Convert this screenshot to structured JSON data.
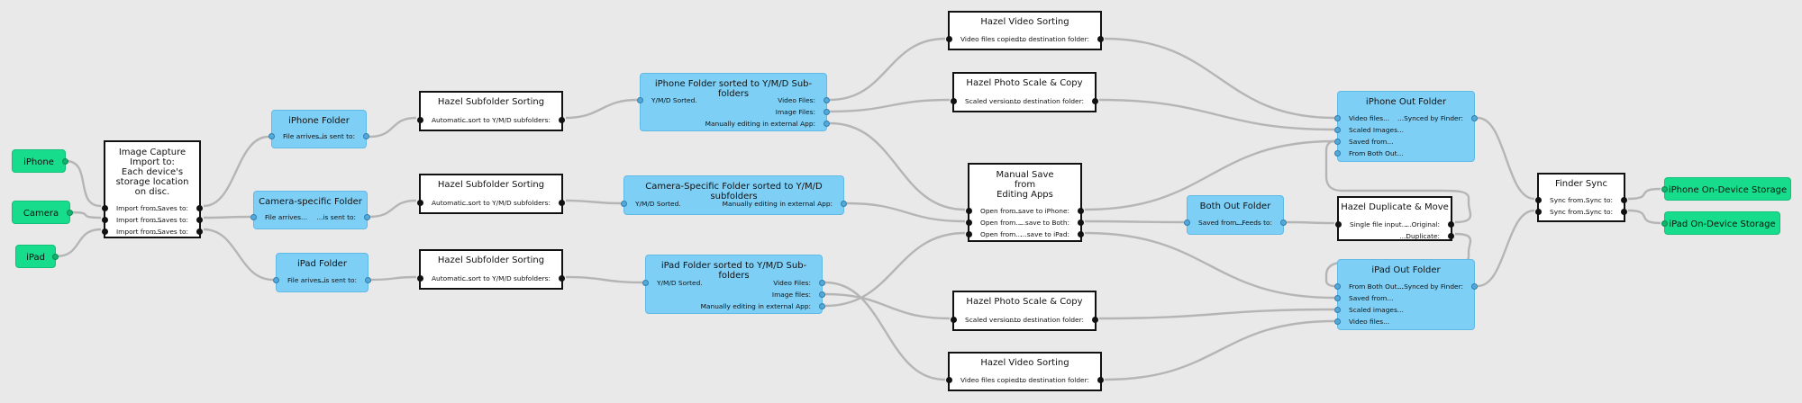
{
  "nodes": {
    "iphone_src": {
      "title": "iPhone"
    },
    "camera_src": {
      "title": "Camera"
    },
    "ipad_src": {
      "title": "iPad"
    },
    "image_capture": {
      "title": "Image Capture\nImport to:\nEach device's\nstorage location\non disc.",
      "rows": [
        {
          "in": "Import from...",
          "out": "...Saves to:"
        },
        {
          "in": "Import from...",
          "out": "...Saves to:"
        },
        {
          "in": "Import from...",
          "out": "...Saves to:"
        }
      ]
    },
    "iphone_folder": {
      "title": "iPhone Folder",
      "rows": [
        {
          "in": "File arrives...",
          "out": "...is sent to:"
        }
      ]
    },
    "camera_folder": {
      "title": "Camera-specific Folder",
      "rows": [
        {
          "in": "File arrives...",
          "out": "...is sent to:"
        }
      ]
    },
    "ipad_folder": {
      "title": "iPad Folder",
      "rows": [
        {
          "in": "File arives...",
          "out": "...is sent to:"
        }
      ]
    },
    "hazel_sub_1": {
      "title": "Hazel Subfolder Sorting",
      "rows": [
        {
          "in": "Automatic...",
          "out": "...sort to Y/M/D subfolders:"
        }
      ]
    },
    "hazel_sub_2": {
      "title": "Hazel Subfolder Sorting",
      "rows": [
        {
          "in": "Automatic...",
          "out": "...sort to Y/M/D subfolders:"
        }
      ]
    },
    "hazel_sub_3": {
      "title": "Hazel Subfolder Sorting",
      "rows": [
        {
          "in": "Automatic...",
          "out": "...sort to Y/M/D subfolders:"
        }
      ]
    },
    "iphone_sorted": {
      "title": "iPhone Folder sorted to Y/M/D Sub-folders",
      "rows": [
        {
          "in": "Y/M/D Sorted.",
          "out": "Video Files:"
        },
        {
          "in": "",
          "out": "Image Files:"
        },
        {
          "in": "",
          "out": "Manually editing in external App:"
        }
      ]
    },
    "camera_sorted": {
      "title": "Camera-Specific Folder sorted to Y/M/D subfolders",
      "rows": [
        {
          "in": "Y/M/D Sorted.",
          "out": "Manually editing in external App:"
        }
      ]
    },
    "ipad_sorted": {
      "title": "iPad Folder sorted to Y/M/D Sub-folders",
      "rows": [
        {
          "in": "Y/M/D Sorted.",
          "out": "Video Files:"
        },
        {
          "in": "",
          "out": "Image files:"
        },
        {
          "in": "",
          "out": "Manually editing in external App:"
        }
      ]
    },
    "video_sort_top": {
      "title": "Hazel Video Sorting",
      "rows": [
        {
          "in": "Video files copied...",
          "out": "...to destination folder:"
        }
      ]
    },
    "photo_scale_top": {
      "title": "Hazel Photo Scale & Copy",
      "rows": [
        {
          "in": "Scaled version...",
          "out": "...to destination folder:"
        }
      ]
    },
    "manual_save": {
      "title": "Manual Save\nfrom\nEditing Apps",
      "rows": [
        {
          "in": "Open from...",
          "out": "...save to iPhone:"
        },
        {
          "in": "Open from...",
          "out": "...save to Both:"
        },
        {
          "in": "Open from...",
          "out": "...save to iPad:"
        }
      ]
    },
    "photo_scale_bot": {
      "title": "Hazel Photo Scale & Copy",
      "rows": [
        {
          "in": "Scaled version...",
          "out": "...to destination folder:"
        }
      ]
    },
    "video_sort_bot": {
      "title": "Hazel Video Sorting",
      "rows": [
        {
          "in": "Video files copied...",
          "out": "...to destination folder:"
        }
      ]
    },
    "both_out": {
      "title": "Both Out Folder",
      "rows": [
        {
          "in": "Saved from...",
          "out": "...Feeds to:"
        }
      ]
    },
    "iphone_out": {
      "title": "iPhone Out Folder",
      "rows": [
        {
          "in": "Video files...",
          "out": "...Synced by Finder:"
        },
        {
          "in": "Scaled Images...",
          "out": ""
        },
        {
          "in": "Saved from...",
          "out": ""
        },
        {
          "in": "From Both Out...",
          "out": ""
        }
      ]
    },
    "hazel_dup": {
      "title": "Hazel Duplicate & Move",
      "rows": [
        {
          "in": "Single file input...",
          "out": "...Original:"
        },
        {
          "in": "",
          "out": "...Duplicate:"
        }
      ]
    },
    "ipad_out": {
      "title": "iPad Out Folder",
      "rows": [
        {
          "in": "From Both Out...",
          "out": "...Synced by Finder:"
        },
        {
          "in": "Saved from...",
          "out": ""
        },
        {
          "in": "Scaled images...",
          "out": ""
        },
        {
          "in": "Video files...",
          "out": ""
        }
      ]
    },
    "finder_sync": {
      "title": "Finder Sync",
      "rows": [
        {
          "in": "Sync from...",
          "out": "...Sync to:"
        },
        {
          "in": "Sync from...",
          "out": "...Sync to:"
        }
      ]
    },
    "iphone_storage": {
      "title": "iPhone On-Device Storage"
    },
    "ipad_storage": {
      "title": "iPad On-Device Storage"
    }
  }
}
